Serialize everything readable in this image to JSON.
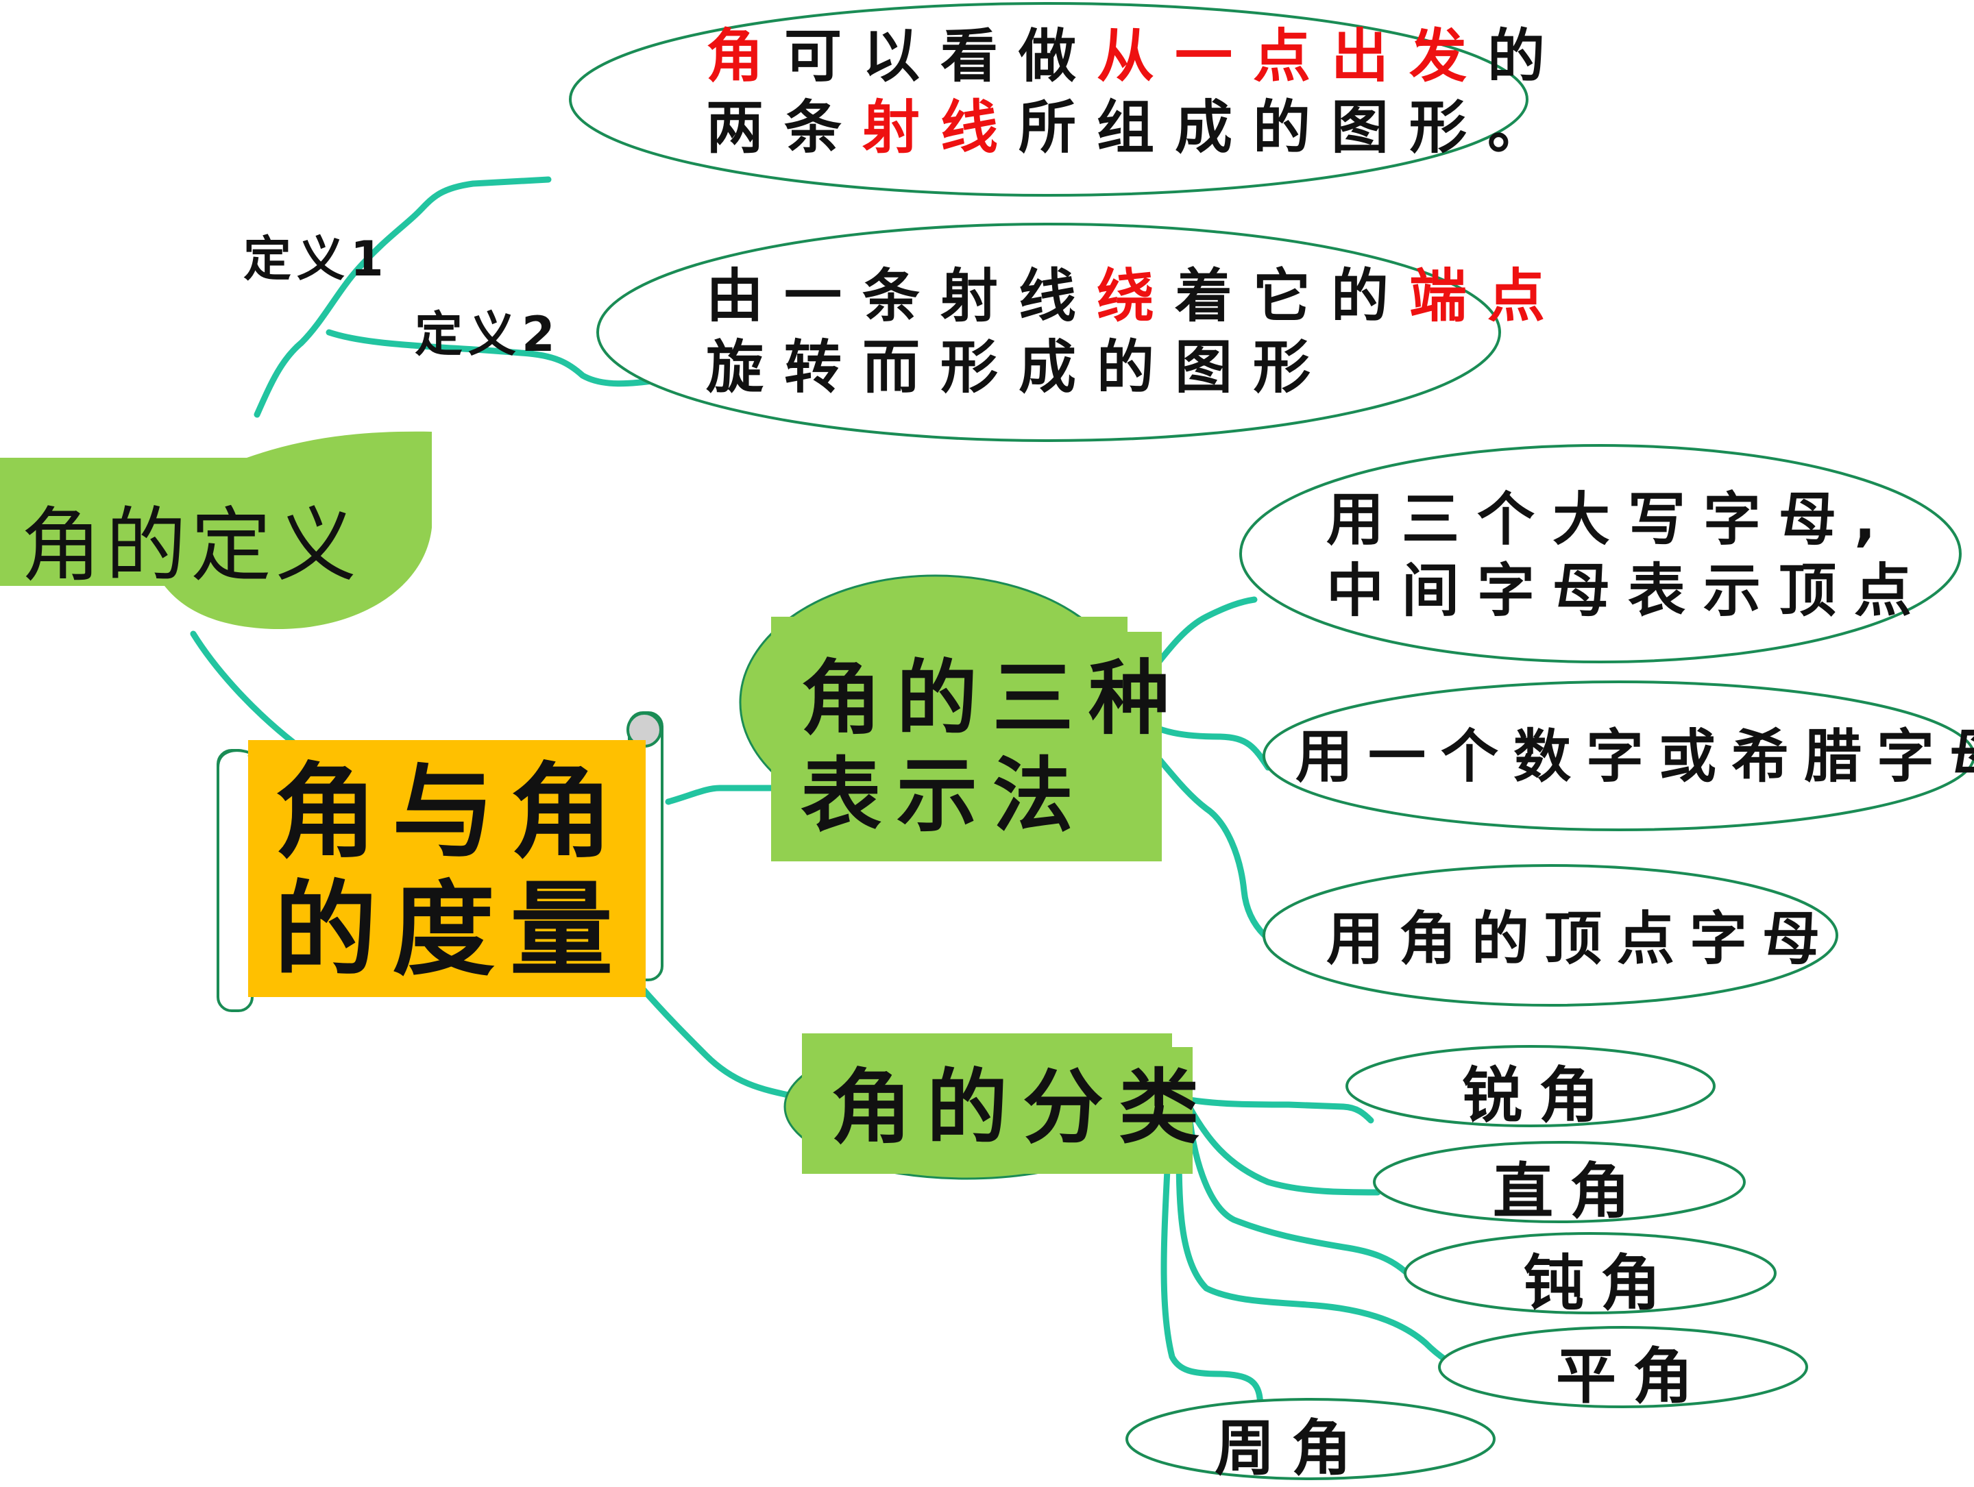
{
  "center": {
    "line1": "角与角",
    "line2": "的度量"
  },
  "definition": {
    "title": "角的定义",
    "label1": "定义1",
    "label2": "定义2",
    "def1": {
      "line1": [
        {
          "text": "角",
          "red": true
        },
        {
          "text": "可以看做",
          "red": false
        },
        {
          "text": "从一点出发",
          "red": true
        },
        {
          "text": "的",
          "red": false
        }
      ],
      "line2": [
        {
          "text": "两条",
          "red": false
        },
        {
          "text": "射线",
          "red": true
        },
        {
          "text": "所组成的图形。",
          "red": false
        }
      ]
    },
    "def2": {
      "line1": [
        {
          "text": "由一条射线",
          "red": false
        },
        {
          "text": "绕",
          "red": true
        },
        {
          "text": "着它的",
          "red": false
        },
        {
          "text": "端点",
          "red": true
        }
      ],
      "line2": [
        {
          "text": "旋转而形成的图形",
          "red": false
        }
      ]
    }
  },
  "notation": {
    "title_line1": "角的三种",
    "title_line2": "表示法",
    "methods": [
      {
        "line1": "用三个大写字母,",
        "line2": "中间字母表示顶点"
      },
      {
        "line1": "用一个数字或希腊字母"
      },
      {
        "line1": "用角的顶点字母"
      }
    ]
  },
  "classification": {
    "title": "角的分类",
    "items": [
      "锐角",
      "直角",
      "钝角",
      "平角",
      "周角"
    ]
  },
  "colors": {
    "connector": "#22c4a0",
    "ellipse_border": "#1a8c55",
    "green_node": "#92d050",
    "center_fill": "#ffc000",
    "red_text": "#ee1111"
  }
}
